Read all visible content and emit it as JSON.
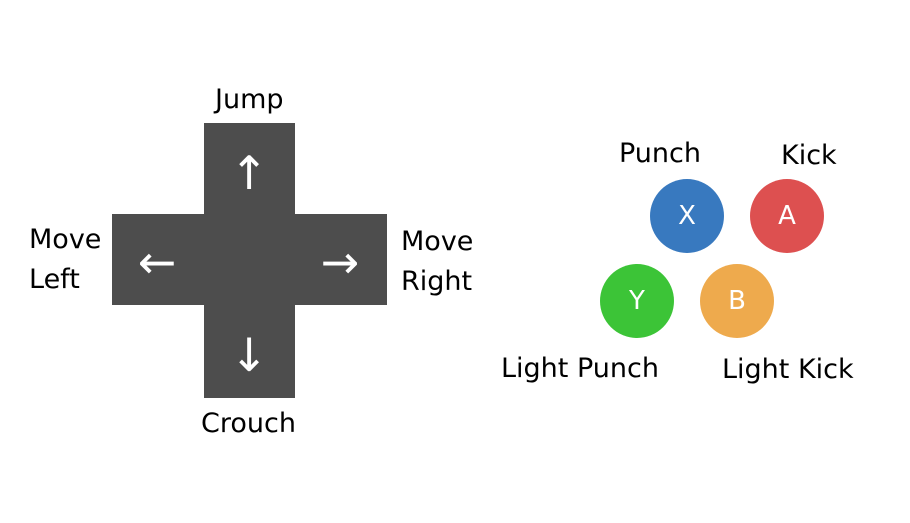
{
  "dpad": {
    "color": "#4d4d4d",
    "arrows": {
      "up": "↑",
      "down": "↓",
      "left": "←",
      "right": "→"
    },
    "labels": {
      "up": "Jump",
      "down": "Crouch",
      "left_line1": "Move",
      "left_line2": "Left",
      "right_line1": "Move",
      "right_line2": "Right"
    }
  },
  "buttons": {
    "x": {
      "letter": "X",
      "label": "Punch",
      "color": "#3879bf"
    },
    "a": {
      "letter": "A",
      "label": "Kick",
      "color": "#dd5050"
    },
    "y": {
      "letter": "Y",
      "label": "Light Punch",
      "color": "#3cc437"
    },
    "b": {
      "letter": "B",
      "label": "Light Kick",
      "color": "#eeaa4d"
    }
  }
}
